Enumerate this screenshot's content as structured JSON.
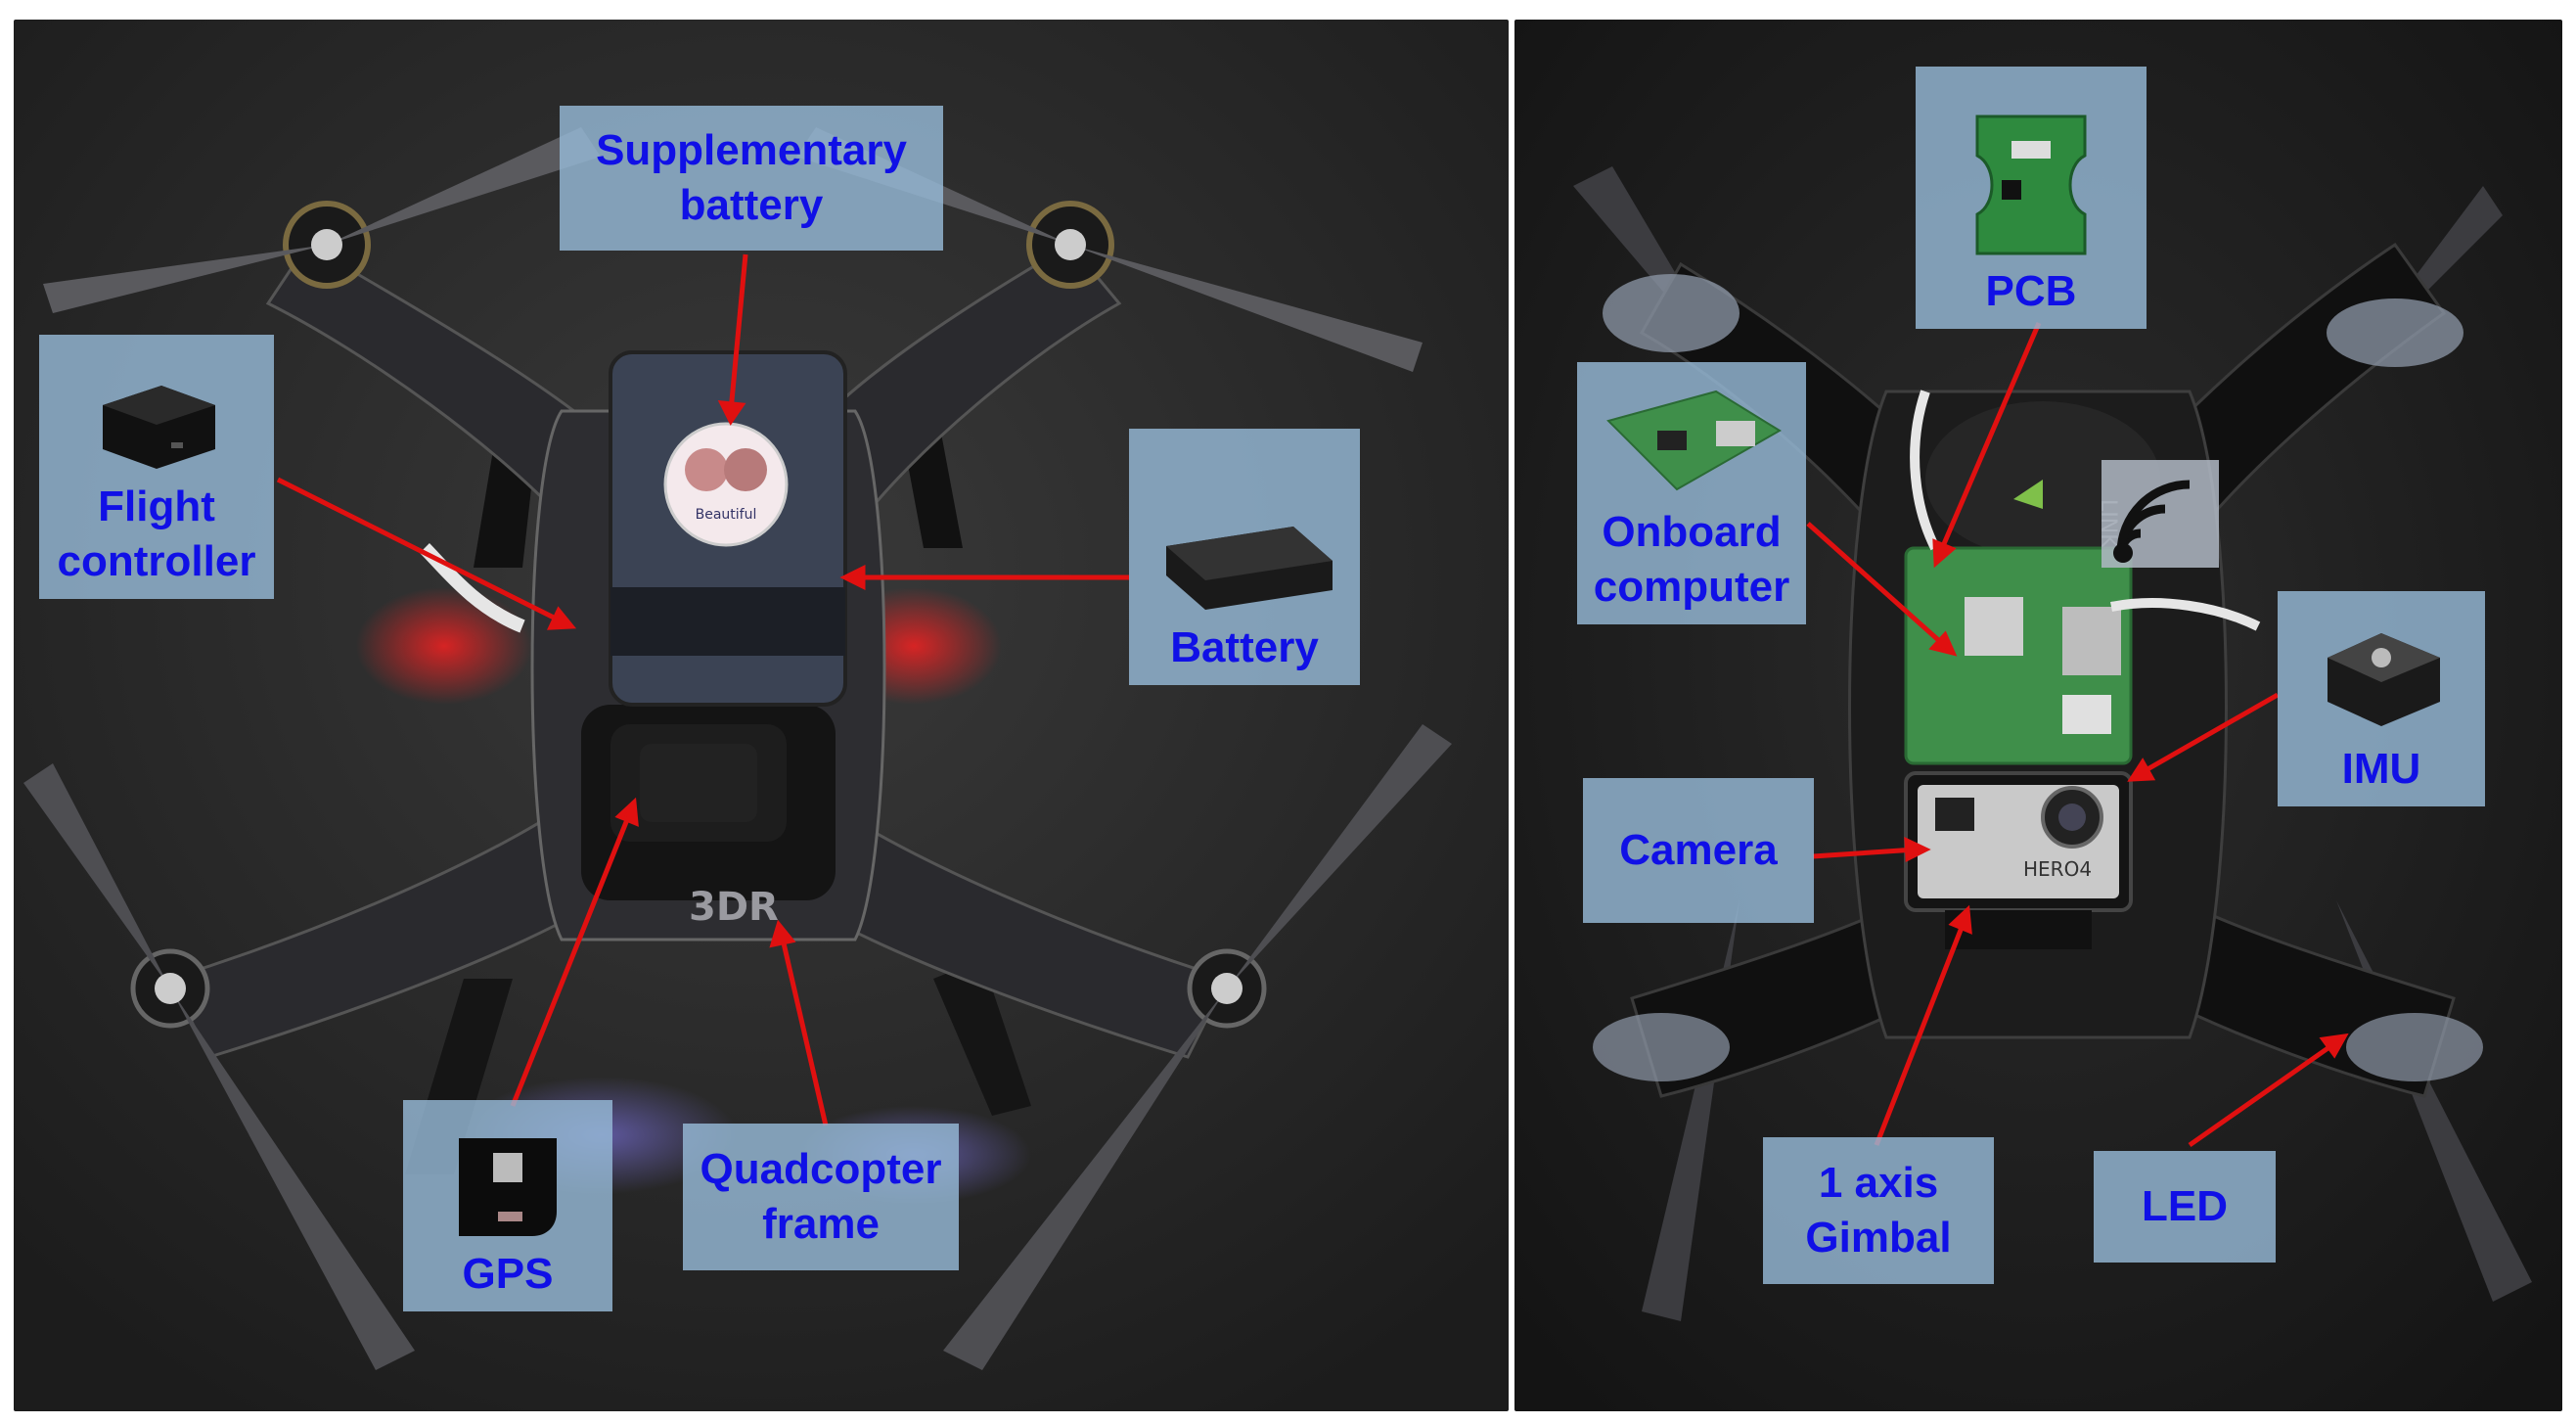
{
  "labels": {
    "supplementary_battery": [
      "Supplementary",
      "battery"
    ],
    "flight_controller": [
      "Flight",
      "controller"
    ],
    "battery": [
      "Battery"
    ],
    "gps": [
      "GPS"
    ],
    "quadcopter_frame": [
      "Quadcopter",
      "frame"
    ],
    "pcb": [
      "PCB"
    ],
    "onboard_computer": [
      "Onboard",
      "computer"
    ],
    "imu": [
      "IMU"
    ],
    "camera": [
      "Camera"
    ],
    "gimbal": [
      "1 axis",
      "Gimbal"
    ],
    "led": [
      "LED"
    ]
  },
  "drone_marks": {
    "frame_logo": "3DR",
    "camera_model": "HERO4",
    "body_mark": "LINK",
    "sticker_text": "Beautiful"
  },
  "colors": {
    "label_bg": "#96b9d7",
    "label_text": "#1010e6",
    "arrow": "#e01010",
    "background": "#2b2b2b"
  }
}
